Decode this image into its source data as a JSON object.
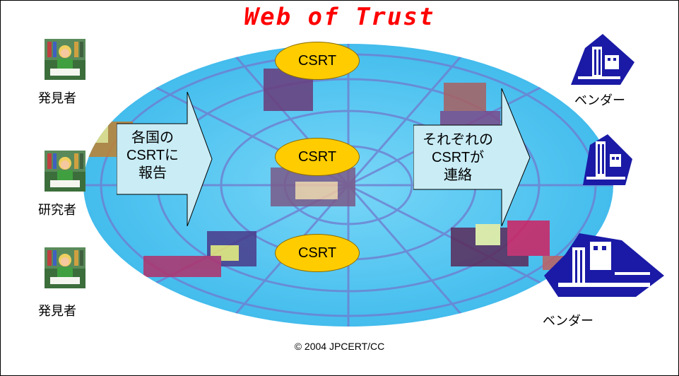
{
  "title": "Web of Trust",
  "csirt_nodes": [
    "CSRT",
    "CSRT",
    "CSRT"
  ],
  "left_arrow": {
    "lines": [
      "各国の",
      "CSRTに",
      "報告"
    ]
  },
  "right_arrow": {
    "lines": [
      "それぞれの",
      "CSRTが",
      "連絡"
    ]
  },
  "reporters": [
    {
      "label": "発見者",
      "icon": "person-reading-icon"
    },
    {
      "label": "研究者",
      "icon": "person-reading-icon"
    },
    {
      "label": "発見者",
      "icon": "person-reading-icon"
    }
  ],
  "vendors": [
    {
      "label": "ベンダー",
      "icon": "building-icon"
    },
    {
      "label": "",
      "icon": "building-icon"
    },
    {
      "label": "ベンダー",
      "icon": "building-icon"
    }
  ],
  "footer": "© 2004 JPCERT/CC",
  "colors": {
    "title": "#ff0000",
    "network": "#4fc3f0",
    "csirt": "#ffcc00",
    "arrow": "#c9ecf5",
    "building": "#1a1aa6"
  }
}
